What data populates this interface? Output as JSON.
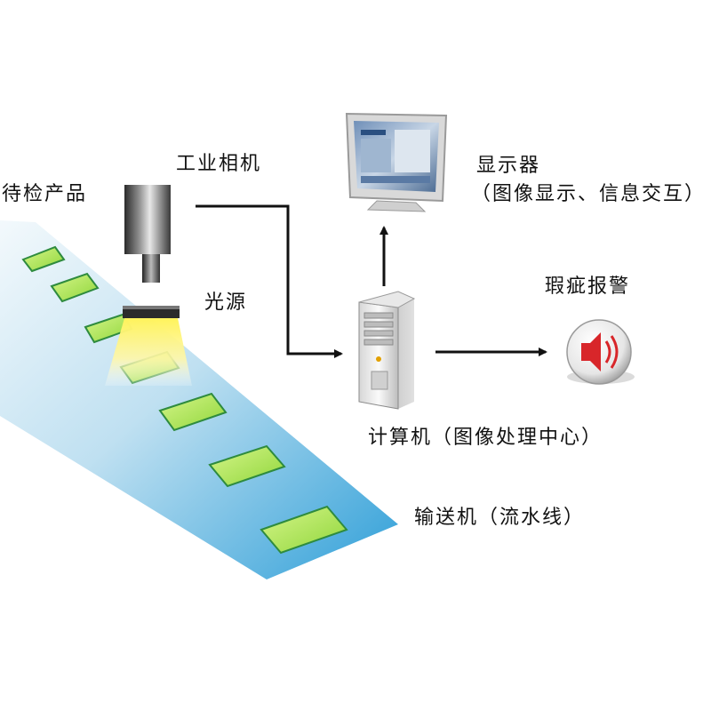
{
  "labels": {
    "product": "待检产品",
    "camera": "工业相机",
    "light": "光源",
    "monitor": "显示器",
    "monitor_sub": "（图像显示、信息交互）",
    "alarm": "瑕疵报警",
    "computer": "计算机（图像处理中心）",
    "conveyor": "输送机（流水线）"
  },
  "colors": {
    "belt_top": "#e9f4fa",
    "belt_bottom": "#3aa6dc",
    "product_fill": "#b8ea5a",
    "product_border": "#2e8b3e",
    "light_glow": "#fff04a",
    "camera_body": "#555555",
    "arrow": "#111111",
    "alarm_red": "#d8262a"
  },
  "icons": {
    "camera": "industrial-camera-icon",
    "light": "light-source-icon",
    "monitor": "monitor-icon",
    "computer": "computer-tower-icon",
    "alarm": "speaker-alarm-icon"
  }
}
